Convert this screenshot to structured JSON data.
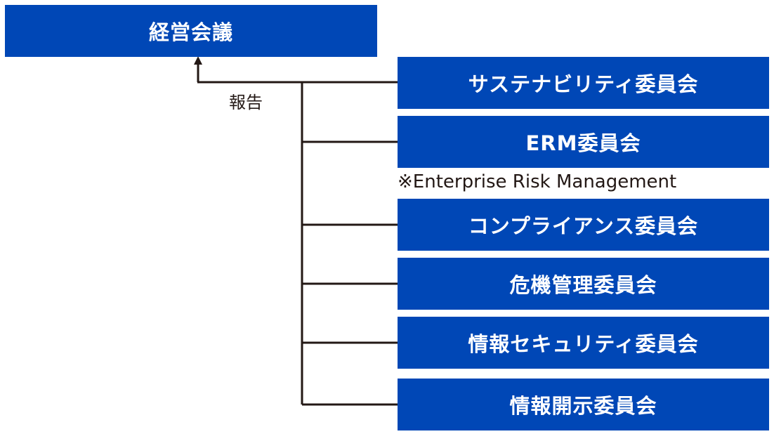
{
  "top": {
    "label": "経営会議"
  },
  "report_label": "報告",
  "note": "※Enterprise Risk Management",
  "committees": [
    "サステナビリティ委員会",
    "ERM委員会",
    "コンプライアンス委員会",
    "危機管理委員会",
    "情報セキュリティ委員会",
    "情報開示委員会"
  ],
  "colors": {
    "box_fill": "#0047b6",
    "box_text": "#ffffff",
    "line": "#231815"
  }
}
